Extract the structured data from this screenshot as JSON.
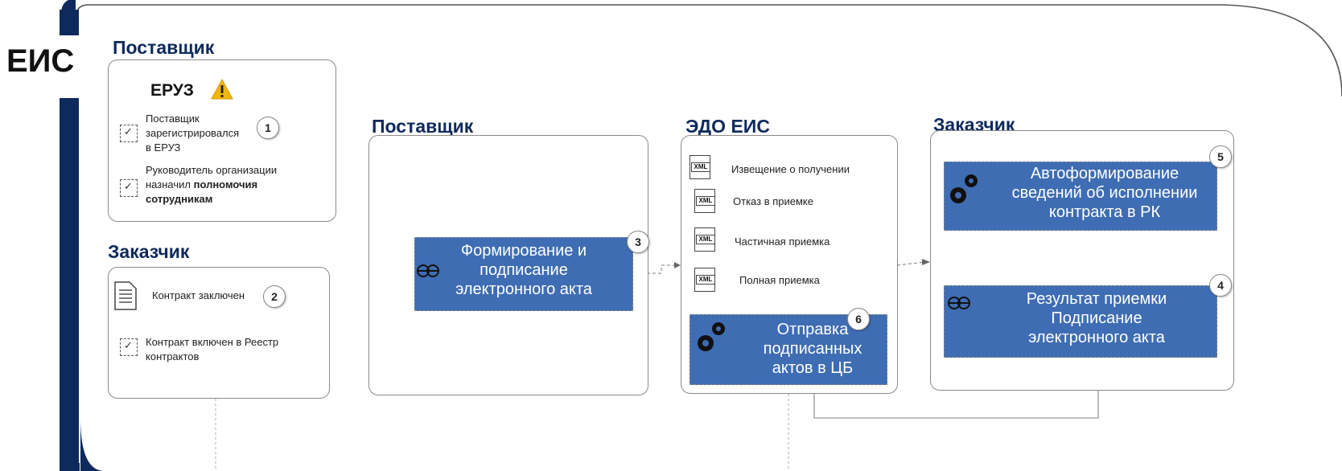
{
  "eis": {
    "title": "ЕИС"
  },
  "supplier_panel": {
    "title": "Поставщик",
    "eruz_title": "ЕРУЗ",
    "item1": [
      "Поставщик",
      "зарегистрировался",
      "в ЕРУЗ"
    ],
    "item2": [
      "Руководитель организации",
      "назначил"
    ],
    "item2_bold1": "полномочия",
    "item2_bold2": "сотрудникам",
    "badge": "1"
  },
  "customer_panel": {
    "title": "Заказчик",
    "item1": "Контракт заключен",
    "item2": [
      "Контракт включен в Реестр",
      "контрактов"
    ],
    "badge": "2"
  },
  "supplier_mid": {
    "title": "Поставщик",
    "block": [
      "Формирование и",
      "подписание",
      "электронного акта"
    ],
    "badge": "3"
  },
  "edo": {
    "title": "ЭДО ЕИС",
    "docs": [
      "Извещение о получении",
      "Отказ в приемке",
      "Частичная приемка",
      "Полная приемка"
    ],
    "xml_label": "XML",
    "block": [
      "Отправка",
      "подписанных",
      "актов в ЦБ"
    ],
    "badge": "6"
  },
  "customer_right": {
    "title": "Заказчик",
    "auto": [
      "Автоформирование",
      "сведений об исполнении",
      "контракта в РК"
    ],
    "auto_badge": "5",
    "result": [
      "Результат приемки",
      "Подписание",
      "электронного акта"
    ],
    "result_badge": "4"
  },
  "colors": {
    "navy": "#0e2a5c",
    "block_blue": "#3f6db3",
    "warning": "#f2b705"
  },
  "icons": [
    "warning-icon",
    "check-icon",
    "document-icon",
    "xml-file-icon",
    "gears-icon",
    "signature-icon"
  ]
}
